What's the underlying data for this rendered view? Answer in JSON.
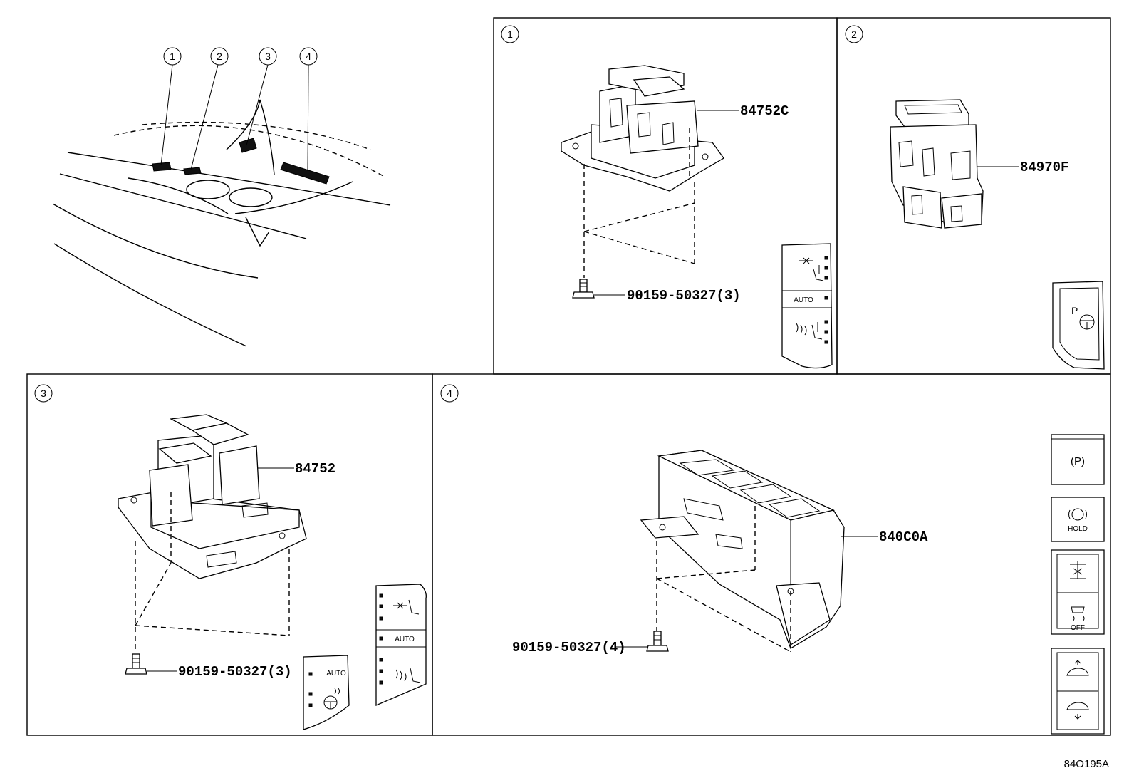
{
  "callouts": {
    "c1": "1",
    "c2": "2",
    "c3": "3",
    "c4": "4"
  },
  "panel1": {
    "index": "1",
    "part": "84752C",
    "bolt": "90159-50327(3)",
    "icon_auto": "AUTO"
  },
  "panel2": {
    "index": "2",
    "part": "84970F",
    "icon_p": "P"
  },
  "panel3": {
    "index": "3",
    "part": "84752",
    "bolt": "90159-50327(3)",
    "icon_auto_a": "AUTO",
    "icon_auto_b": "AUTO"
  },
  "panel4": {
    "index": "4",
    "part": "840C0A",
    "bolt": "90159-50327(4)",
    "icon_p": "(P)",
    "icon_hold": "HOLD",
    "icon_off": "OFF"
  },
  "reference": "84O195A",
  "icons": {
    "seat_fan": "seat-fan-icon",
    "seat_heat": "seat-heater-icon",
    "steering_heat": "steering-heater-icon",
    "parking_brake": "parking-brake-icon",
    "brake_hold": "brake-hold-icon",
    "drive_mode": "drive-mode-icon",
    "traction_off": "traction-off-icon",
    "height_up": "height-up-icon",
    "height_down": "height-down-icon"
  }
}
